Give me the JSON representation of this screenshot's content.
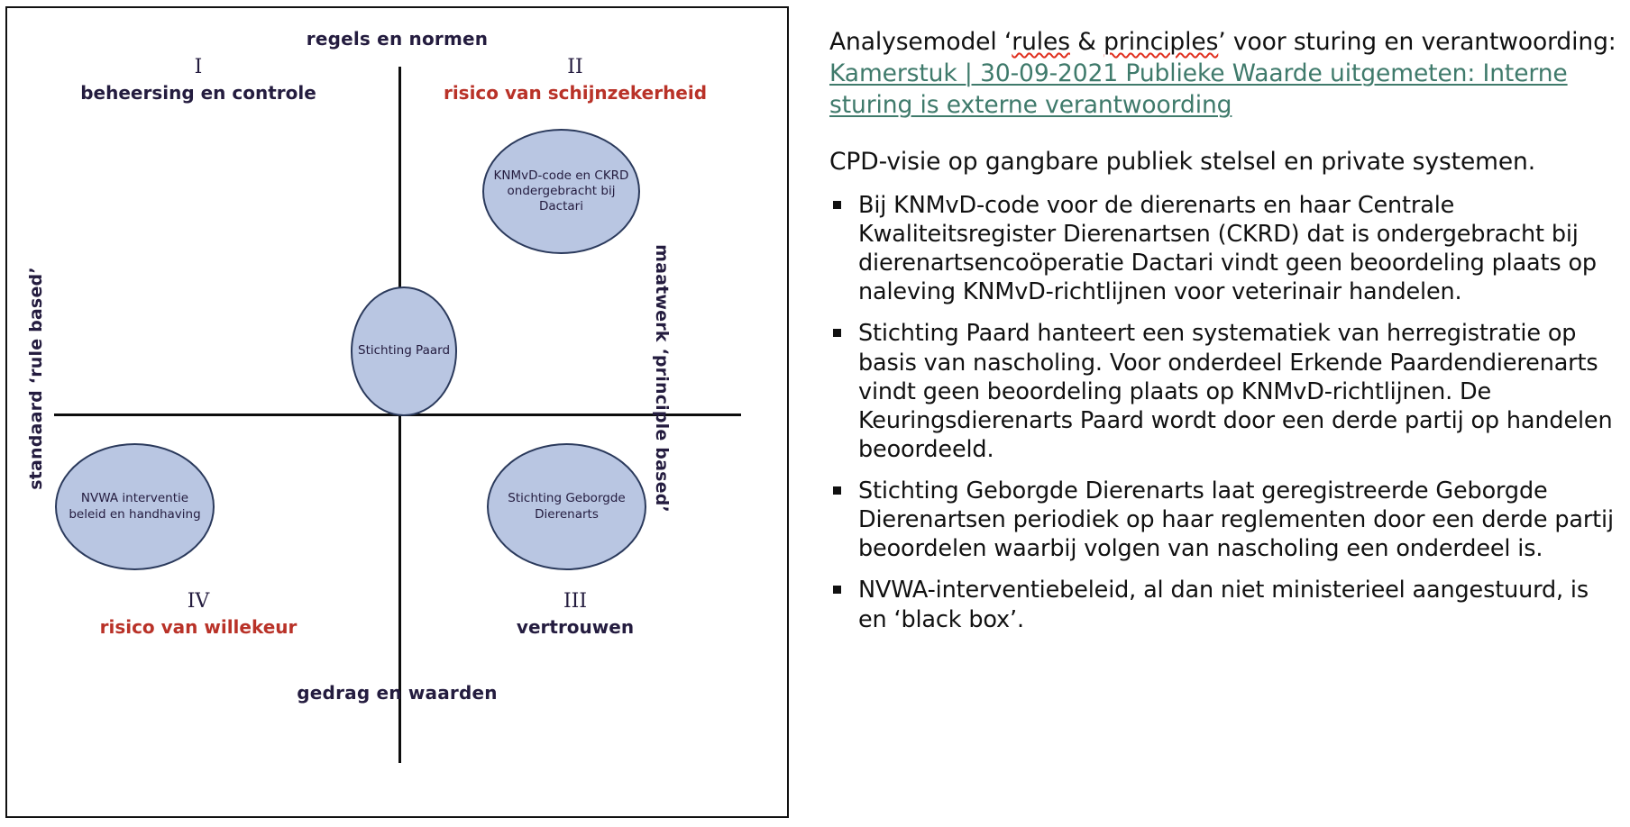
{
  "diagram": {
    "axis_labels": {
      "top": "regels en normen",
      "bottom": "gedrag en waarden",
      "left": "standaard ‘rule based’",
      "right": "maatwerk ‘principle based’"
    },
    "quadrants": [
      {
        "roman": "I",
        "caption": "beheersing en controle",
        "color": "#241c3f"
      },
      {
        "roman": "II",
        "caption": "risico van schijnzekerheid",
        "color": "#b93228"
      },
      {
        "roman": "III",
        "caption": "vertrouwen",
        "color": "#241c3f"
      },
      {
        "roman": "IV",
        "caption": "risico van willekeur",
        "color": "#b93228"
      }
    ],
    "bubbles": [
      {
        "id": "knmvd",
        "text": "KNMvD-code en CKRD ondergebracht bij Dactari"
      },
      {
        "id": "paard",
        "text": "Stichting Paard"
      },
      {
        "id": "nvwa",
        "text": "NVWA interventie beleid en handhaving"
      },
      {
        "id": "geborgde",
        "text": "Stichting Geborgde Dierenarts"
      }
    ],
    "colors": {
      "bubble_fill": "#b9c6e2",
      "bubble_border": "#2b3a5c",
      "axis": "#0d0d0d",
      "label_navy": "#241c3f",
      "label_red": "#b93228"
    }
  },
  "panel": {
    "intro_prefix": "Analysemodel ‘",
    "intro_spell1": "rules",
    "intro_mid": " & ",
    "intro_spell2": "principles",
    "intro_suffix": "’ voor sturing en verantwoording: ",
    "link_text": "Kamerstuk | 30-09-2021 Publieke Waarde uitgemeten: Interne sturing is externe verantwoording",
    "link_color": "#3f7a6b",
    "subline": "CPD-visie op gangbare publiek stelsel en private systemen.",
    "bullets": [
      "Bij KNMvD-code voor de dierenarts en haar Centrale Kwaliteitsregister Dierenartsen (CKRD) dat is ondergebracht bij dierenartsencoöperatie Dactari vindt geen beoordeling plaats op naleving KNMvD-richtlijnen voor veterinair handelen.",
      "Stichting Paard hanteert een systematiek van herregistratie op basis van nascholing. Voor onderdeel Erkende Paardendierenarts vindt geen beoordeling plaats op KNMvD-richtlijnen. De Keuringsdierenarts Paard wordt door een derde partij op handelen beoordeeld.",
      "Stichting Geborgde Dierenarts laat geregistreerde Geborgde Dierenartsen periodiek op haar reglementen door een derde partij beoordelen waarbij volgen van nascholing een onderdeel is.",
      "NVWA-interventiebeleid, al dan niet ministerieel aangestuurd, is en ‘black box’."
    ]
  },
  "chart_data": {
    "type": "scatter",
    "title": "Analysemodel ‘rules & principles’",
    "xlabel": "standaard ‘rule based’ ↔ maatwerk ‘principle based’",
    "ylabel": "gedrag en waarden ↔ regels en normen",
    "axis_top": "regels en normen",
    "axis_bottom": "gedrag en waarden",
    "axis_left": "standaard ‘rule based’",
    "axis_right": "maatwerk ‘principle based’",
    "grid": false,
    "legend": "none",
    "quadrants": [
      {
        "roman": "I",
        "position": "top-left",
        "caption": "beheersing en controle"
      },
      {
        "roman": "II",
        "position": "top-right",
        "caption": "risico van schijnzekerheid"
      },
      {
        "roman": "III",
        "position": "bottom-right",
        "caption": "vertrouwen"
      },
      {
        "roman": "IV",
        "position": "bottom-left",
        "caption": "risico van willekeur"
      }
    ],
    "points": [
      {
        "label": "KNMvD-code en CKRD ondergebracht bij Dactari",
        "quadrant": "II",
        "x": 0.36,
        "y": 0.68
      },
      {
        "label": "Stichting Paard",
        "quadrant": "I/II boundary",
        "x": 0.06,
        "y": 0.02
      },
      {
        "label": "NVWA interventie beleid en handhaving",
        "quadrant": "IV",
        "x": -0.69,
        "y": -0.36
      },
      {
        "label": "Stichting Geborgde Dierenarts",
        "quadrant": "III",
        "x": 0.56,
        "y": -0.36
      }
    ]
  }
}
